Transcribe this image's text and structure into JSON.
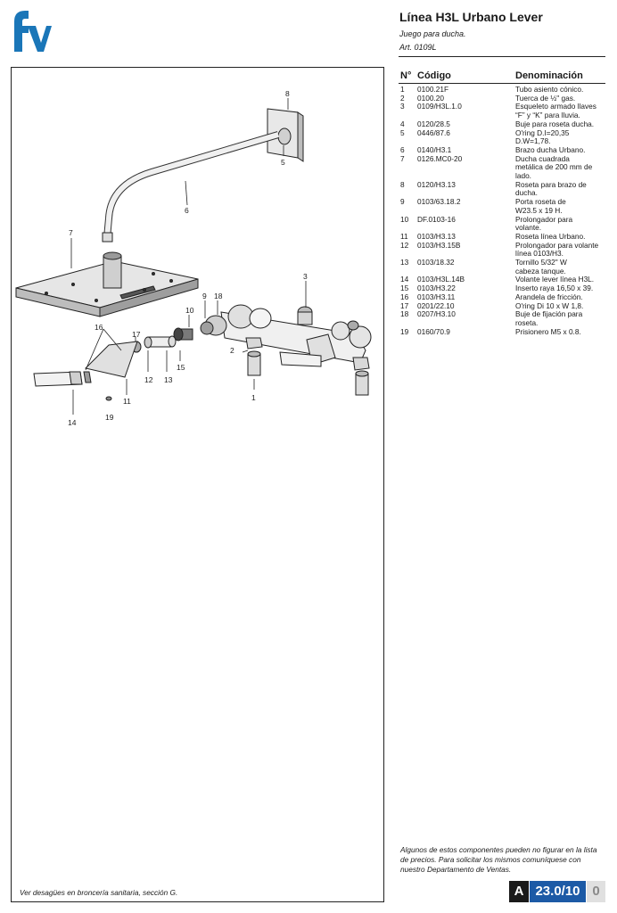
{
  "brand": {
    "logo_text": "fv",
    "color": "#1a76b8"
  },
  "header": {
    "title": "Línea H3L Urbano Lever",
    "subtitle": "Juego para ducha.",
    "article": "Art. 0109L"
  },
  "table": {
    "headers": {
      "num": "N°",
      "code": "Código",
      "name": "Denominación"
    },
    "rows": [
      {
        "num": "1",
        "code": "0100.21F",
        "name": [
          "Tubo asiento cónico."
        ]
      },
      {
        "num": "2",
        "code": "0100.20",
        "name": [
          "Tuerca de ½\" gas."
        ]
      },
      {
        "num": "3",
        "code": "0109/H3L.1.0",
        "name": [
          "Esqueleto armado llaves",
          "“F” y “K” para lluvia."
        ]
      },
      {
        "num": "4",
        "code": "0120/28.5",
        "name": [
          "Buje para roseta ducha."
        ]
      },
      {
        "num": "5",
        "code": "0446/87.6",
        "name": [
          "O'ring D.I=20,35",
          "D.W=1,78."
        ]
      },
      {
        "num": "6",
        "code": "0140/H3.1",
        "name": [
          "Brazo ducha Urbano."
        ]
      },
      {
        "num": "7",
        "code": "0126.MC0-20",
        "name": [
          "Ducha cuadrada",
          "metálica de 200 mm de",
          "lado."
        ]
      },
      {
        "num": "8",
        "code": "0120/H3.13",
        "name": [
          "Roseta para brazo de",
          "ducha."
        ]
      },
      {
        "num": "9",
        "code": "0103/63.18.2",
        "name": [
          "Porta roseta de",
          "W23.5 x 19 H."
        ]
      },
      {
        "num": "10",
        "code": "DF.0103-16",
        "name": [
          "Prolongador para",
          "volante."
        ]
      },
      {
        "num": "11",
        "code": "0103/H3.13",
        "name": [
          "Roseta línea Urbano."
        ]
      },
      {
        "num": "12",
        "code": "0103/H3.15B",
        "name": [
          "Prolongador para volante",
          "línea 0103/H3."
        ]
      },
      {
        "num": "13",
        "code": "0103/18.32",
        "name": [
          "Tornillo 5/32\" W",
          "cabeza tanque."
        ]
      },
      {
        "num": "14",
        "code": "0103/H3L.14B",
        "name": [
          "Volante lever línea H3L."
        ]
      },
      {
        "num": "15",
        "code": "0103/H3.22",
        "name": [
          "Inserto raya 16,50 x 39."
        ]
      },
      {
        "num": "16",
        "code": "0103/H3.11",
        "name": [
          "Arandela de fricción."
        ]
      },
      {
        "num": "17",
        "code": "0201/22.10",
        "name": [
          "O'ring Di 10 x W 1,8."
        ]
      },
      {
        "num": "18",
        "code": "0207/H3.10",
        "name": [
          "Buje de fijación para",
          "roseta."
        ]
      },
      {
        "num": "19",
        "code": "0160/70.9",
        "name": [
          "Prisionero M5 x 0.8."
        ]
      }
    ]
  },
  "diagram": {
    "callouts": [
      "1",
      "2",
      "3",
      "5",
      "6",
      "7",
      "8",
      "9",
      "10",
      "11",
      "12",
      "13",
      "14",
      "15",
      "16",
      "17",
      "18",
      "19"
    ]
  },
  "note": "Algunos de estos componentes pueden no figurar en la lista de precios. Para solicitar los mismos comuníquese con nuestro Departamento de Ventas.",
  "footer": "Ver desagües en broncería sanitaria, sección G.",
  "page_tag": {
    "section": "A",
    "page": "23.0/10",
    "rev": "0"
  }
}
